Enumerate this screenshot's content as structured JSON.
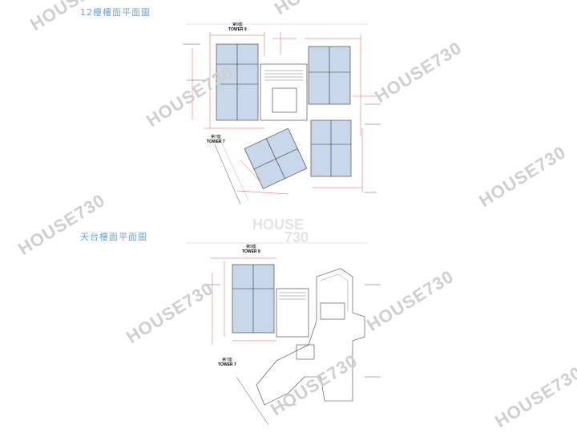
{
  "plans": [
    {
      "title": "12樓樓面平面圖",
      "tower9": {
        "zh": "第9座",
        "en": "TOWER 9"
      },
      "tower7": {
        "zh": "第7座",
        "en": "TOWER 7"
      }
    },
    {
      "title": "天台樓面平面圖",
      "tower9": {
        "zh": "第9座",
        "en": "TOWER 9"
      },
      "tower7": {
        "zh": "第7座",
        "en": "TOWER 7"
      }
    }
  ],
  "watermark": {
    "text": "HOUSE730",
    "center_line1": "HOUSE",
    "center_line2": "730"
  },
  "colors": {
    "unit_fill": "#c9d7ea",
    "dim_line": "#e05a5a",
    "wall": "#333333",
    "title": "#6aa6d8",
    "watermark": "#cfcfcf"
  }
}
